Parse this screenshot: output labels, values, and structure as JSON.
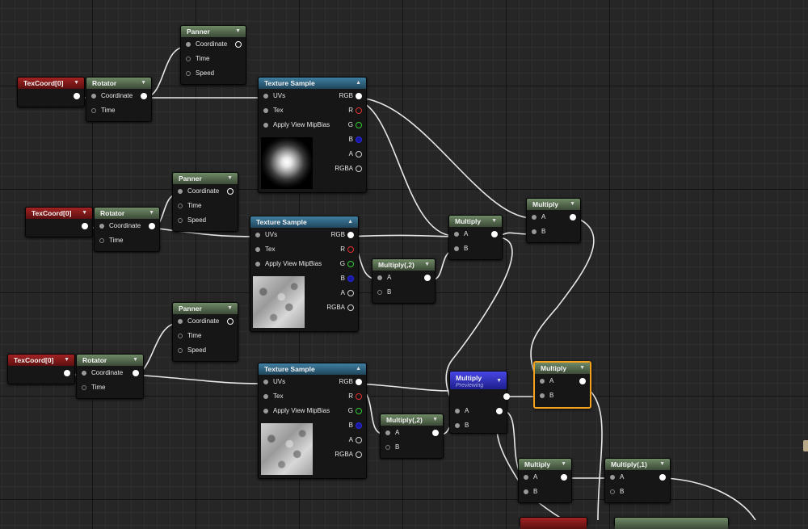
{
  "colors": {
    "selection": "#f2a21c",
    "graph_background": "#262626",
    "preview_header": "#3a3ad0"
  },
  "labels": {
    "texcoord": "TexCoord[0]",
    "rotator": "Rotator",
    "panner": "Panner",
    "texture_sample": "Texture Sample",
    "multiply": "Multiply",
    "multiply_2": "Multiply(,2)",
    "multiply_1": "Multiply(,1)",
    "previewing": "Previewing"
  },
  "pins": {
    "coordinate": "Coordinate",
    "time": "Time",
    "speed": "Speed",
    "uvs": "UVs",
    "tex": "Tex",
    "apply_view_mipbias": "Apply View MipBias",
    "rgb": "RGB",
    "r": "R",
    "g": "G",
    "b": "B",
    "a": "A",
    "rgba": "RGBA",
    "in_a": "A",
    "in_b": "B"
  },
  "textures": {
    "top": "cloud-texture-thumbnail",
    "middle": "noise-texture-thumbnail",
    "bottom": "noise-texture-thumbnail"
  }
}
